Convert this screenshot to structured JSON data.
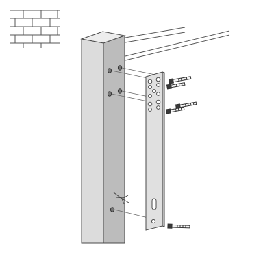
{
  "figure": {
    "kind": "installation-diagram",
    "components": [
      "brick-wall-symbol",
      "square-post",
      "rail-lines",
      "mounting-bracket",
      "bolts",
      "pilot-holes",
      "wire-tie"
    ],
    "bolt_count": 5,
    "pilot_hole_count": 5,
    "colors": {
      "background": "#ffffff",
      "line": "#4a4a4a",
      "post_front": "#dcdcdc",
      "post_side": "#bcbcbc",
      "post_top": "#ededed",
      "bracket": "#e0e0e0",
      "bolt_head": "#3a3a3a",
      "bolt_shank": "#f4f4f4"
    }
  }
}
